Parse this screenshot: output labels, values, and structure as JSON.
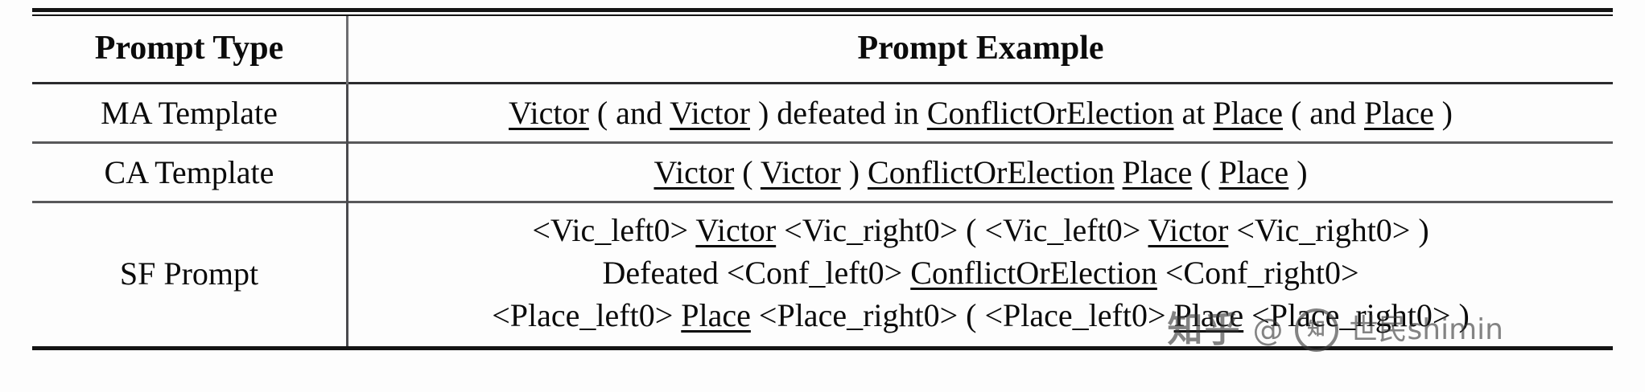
{
  "table": {
    "headers": {
      "type": "Prompt Type",
      "example": "Prompt Example"
    },
    "rows": [
      {
        "type": "MA Template",
        "example_plain": "Victor ( and Victor ) defeated in ConflictOrElection at Place   ( and Place )",
        "example_parts": [
          {
            "text": "Victor",
            "slot": true
          },
          {
            "text": " ( and ",
            "slot": false
          },
          {
            "text": "Victor",
            "slot": true
          },
          {
            "text": " ) defeated in ",
            "slot": false
          },
          {
            "text": "ConflictOrElection",
            "slot": true
          },
          {
            "text": " at ",
            "slot": false
          },
          {
            "text": "Place",
            "slot": true
          },
          {
            "text": "   ( and ",
            "slot": false
          },
          {
            "text": "Place",
            "slot": true
          },
          {
            "text": " )",
            "slot": false
          }
        ]
      },
      {
        "type": "CA Template",
        "example_plain": "Victor ( Victor ) ConflictOrElection Place ( Place )",
        "example_parts": [
          {
            "text": "Victor",
            "slot": true
          },
          {
            "text": " ( ",
            "slot": false
          },
          {
            "text": "Victor",
            "slot": true
          },
          {
            "text": " ) ",
            "slot": false
          },
          {
            "text": "ConflictOrElection",
            "slot": true
          },
          {
            "text": " ",
            "slot": false
          },
          {
            "text": "Place",
            "slot": true
          },
          {
            "text": " ( ",
            "slot": false
          },
          {
            "text": "Place",
            "slot": true
          },
          {
            "text": " )",
            "slot": false
          }
        ]
      },
      {
        "type": "SF Prompt",
        "example_plain": "<Vic_left0> Victor <Vic_right0> ( <Vic_left0> Victor <Vic_right0> ) Defeated <Conf_left0> ConflictOrElection <Conf_right0> <Place_left0> Place <Place_right0> ( <Place_left0> Place <Place_right0> )",
        "lines": [
          {
            "plain": "<Vic_left0> Victor <Vic_right0> ( <Vic_left0> Victor <Vic_right0> )",
            "parts": [
              {
                "text": "<Vic_left0> ",
                "slot": false
              },
              {
                "text": "Victor",
                "slot": true
              },
              {
                "text": " <Vic_right0> ( <Vic_left0> ",
                "slot": false
              },
              {
                "text": "Victor",
                "slot": true
              },
              {
                "text": " <Vic_right0> )",
                "slot": false
              }
            ]
          },
          {
            "plain": "Defeated <Conf_left0> ConflictOrElection <Conf_right0>",
            "parts": [
              {
                "text": "Defeated <Conf_left0> ",
                "slot": false
              },
              {
                "text": "ConflictOrElection",
                "slot": true
              },
              {
                "text": " <Conf_right0>",
                "slot": false
              }
            ]
          },
          {
            "plain": "<Place_left0> Place <Place_right0> ( <Place_left0> Place <Place_right0> )",
            "parts": [
              {
                "text": "<Place_left0> ",
                "slot": false
              },
              {
                "text": "Place",
                "slot": true
              },
              {
                "text": " <Place_right0> ( <Place_left0> ",
                "slot": false
              },
              {
                "text": "Place",
                "slot": true
              },
              {
                "text": " <Place_right0> )",
                "slot": false
              }
            ]
          }
        ]
      }
    ]
  },
  "watermark": {
    "logo": "知乎",
    "at": "@",
    "badge": "知",
    "name": "世民shimin"
  }
}
